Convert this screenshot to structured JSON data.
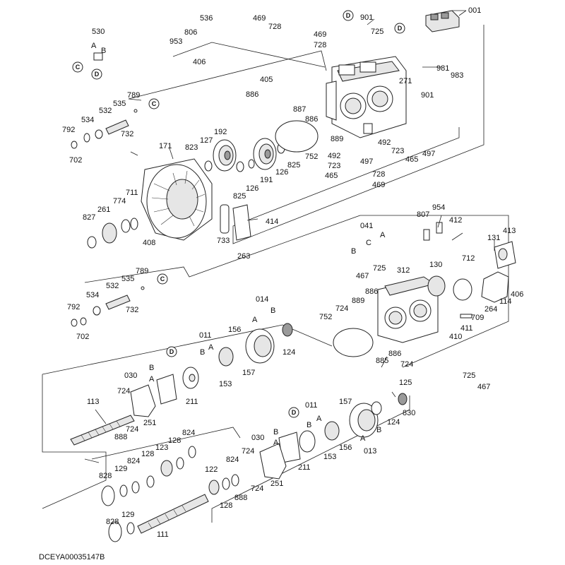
{
  "diagram": {
    "code": "DCEYA00035147B",
    "labels": {
      "l001": "001",
      "l530": "530",
      "l536": "536",
      "l953": "953",
      "l806": "806",
      "l406a": "406",
      "l469a": "469",
      "l728a": "728",
      "l469b": "469",
      "l728b": "728",
      "l901a": "901",
      "l725a": "725",
      "l271": "271",
      "l981": "981",
      "l983": "983",
      "l405": "405",
      "l886a": "886",
      "l901b": "901",
      "l789a": "789",
      "l535a": "535",
      "l532a": "532",
      "l534a": "534",
      "l792a": "792",
      "l732a": "732",
      "l702a": "702",
      "l887": "887",
      "l886b": "886",
      "l889a": "889",
      "l192": "192",
      "l127": "127",
      "l823": "823",
      "l171": "171",
      "l752a": "752",
      "l492a": "492",
      "l723a": "723",
      "l497a": "497",
      "l465a": "465",
      "l492b": "492",
      "l723b": "723",
      "l465b": "465",
      "l497b": "497",
      "l728c": "728",
      "l469c": "469",
      "l825a": "825",
      "l126a": "126",
      "l191": "191",
      "l126b": "126",
      "l825b": "825",
      "l711": "711",
      "l774": "774",
      "l261": "261",
      "l827": "827",
      "l408": "408",
      "l414": "414",
      "l733": "733",
      "l263": "263",
      "l807": "807",
      "l954": "954",
      "l412": "412",
      "l041": "041",
      "lB1": "B",
      "lC1": "C",
      "lA1": "A",
      "l467a": "467",
      "l725b": "725",
      "l312": "312",
      "l886c": "886",
      "l889b": "889",
      "l724a": "724",
      "l752b": "752",
      "l131": "131",
      "l413": "413",
      "l712": "712",
      "l130": "130",
      "l406b": "406",
      "l114": "114",
      "l264": "264",
      "l709": "709",
      "l411": "411",
      "l410": "410",
      "l886d": "886",
      "l885": "885",
      "l724b": "724",
      "l725c": "725",
      "l467b": "467",
      "l789b": "789",
      "l535b": "535",
      "l532b": "532",
      "l534b": "534",
      "l792b": "792",
      "l732b": "732",
      "l702b": "702",
      "l014": "014",
      "lA2": "A",
      "lB2": "B",
      "l156a": "156",
      "l011a": "011",
      "lB3": "B",
      "lA3": "A",
      "l124a": "124",
      "l157a": "157",
      "l153a": "153",
      "l030a": "030",
      "lB4": "B",
      "lA4": "A",
      "l211a": "211",
      "l724c": "724",
      "l113": "113",
      "l251a": "251",
      "l724d": "724",
      "l888a": "888",
      "l824a": "824",
      "l128a": "128",
      "l123": "123",
      "l128b": "128",
      "l824b": "824",
      "l129a": "129",
      "l828a": "828",
      "l125": "125",
      "l157b": "157",
      "l011b": "011",
      "lB5": "B",
      "lA5": "A",
      "l830": "830",
      "l124b": "124",
      "l030b": "030",
      "lB6": "B",
      "lA6": "A",
      "l156b": "156",
      "lA7": "A",
      "lB7": "B",
      "l013": "013",
      "l153b": "153",
      "l211b": "211",
      "l724e": "724",
      "l824c": "824",
      "l122": "122",
      "l128c": "128",
      "l888b": "888",
      "l724f": "724",
      "l251b": "251",
      "l129b": "129",
      "l828b": "828",
      "l111": "111",
      "cC1": "C",
      "cD1": "D",
      "cC2": "C",
      "cD2": "D",
      "cD3": "D",
      "cC3": "C",
      "cD4": "D",
      "cD5": "D",
      "sA": "A",
      "sB": "B"
    }
  }
}
